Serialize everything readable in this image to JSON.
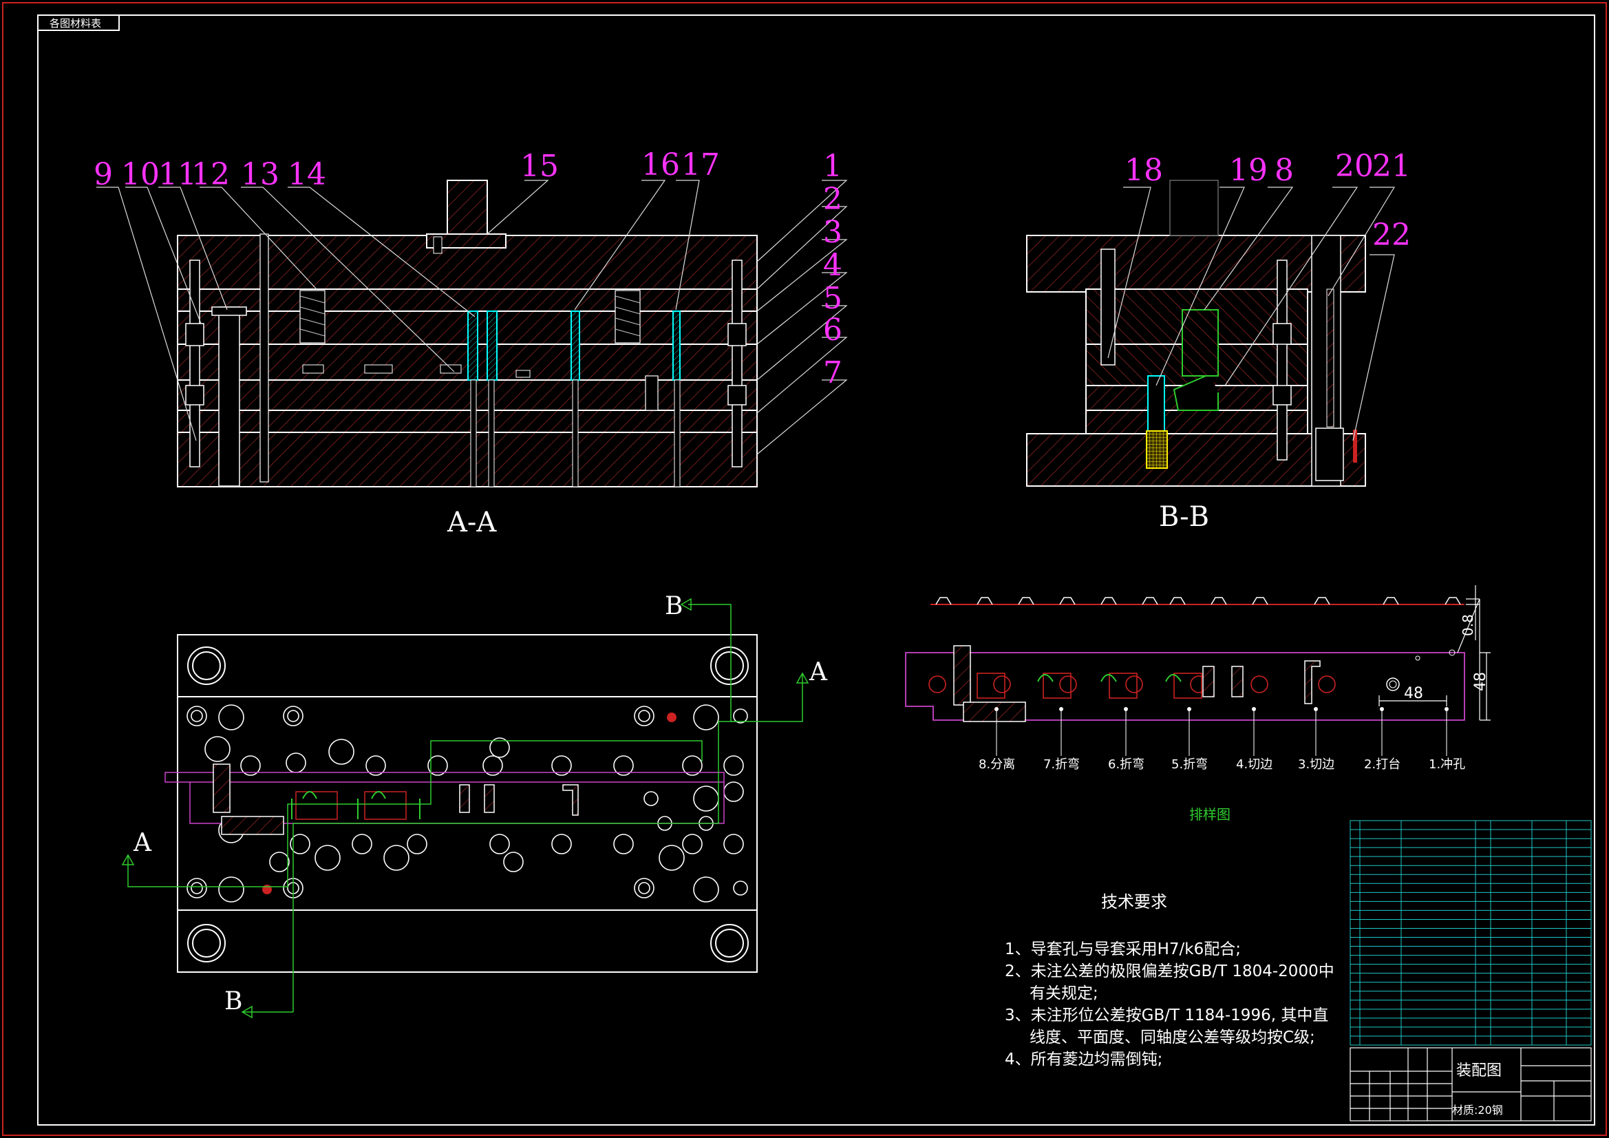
{
  "corner_tag": "各图材料表",
  "colors": {
    "background": "#000000",
    "outline": "#ffffff",
    "hatch": "#c83232",
    "callout_number": "#ff33ff",
    "leader": "#dddddd",
    "cyan_part": "#00ffff",
    "green_line": "#2ecc2e",
    "yellow_part": "#ffee00",
    "magenta_strip": "#cc44cc",
    "frame": "#cc2222",
    "table_line": "#1ec8c8"
  },
  "section_aa": {
    "label": "A-A",
    "callouts_left": [
      "9",
      "10",
      "11",
      "12",
      "13",
      "14"
    ],
    "callout_top": "15",
    "callouts_mid": [
      "16",
      "17"
    ],
    "callouts_right": [
      "1",
      "2",
      "3",
      "4",
      "5",
      "6",
      "7"
    ]
  },
  "section_bb": {
    "label": "B-B",
    "callouts_top": [
      "18",
      "19",
      "8",
      "20",
      "21"
    ],
    "callout_right": "22"
  },
  "plan_view": {
    "cut_marks": [
      "A",
      "A",
      "B",
      "B"
    ]
  },
  "strip_layout": {
    "title": "排样图",
    "dimension_width": "48",
    "dimension_pitch": "48",
    "dimension_thickness": "0.8",
    "stations": [
      "8.分离",
      "7.折弯",
      "6.折弯",
      "5.折弯",
      "4.切边",
      "3.切边",
      "2.打台",
      "1.冲孔"
    ]
  },
  "technical_requirements": {
    "title": "技术要求",
    "items": [
      "1、导套孔与导套采用H7/k6配合;",
      "2、未注公差的极限偏差按GB/T 1804-2000中",
      "有关规定;",
      "3、未注形位公差按GB/T 1184-1996, 其中直",
      "线度、平面度、同轴度公差等级均按C级;",
      "4、所有菱边均需倒钝;"
    ]
  },
  "title_block": {
    "drawing_name": "装配图",
    "material": "材质:20钢"
  }
}
